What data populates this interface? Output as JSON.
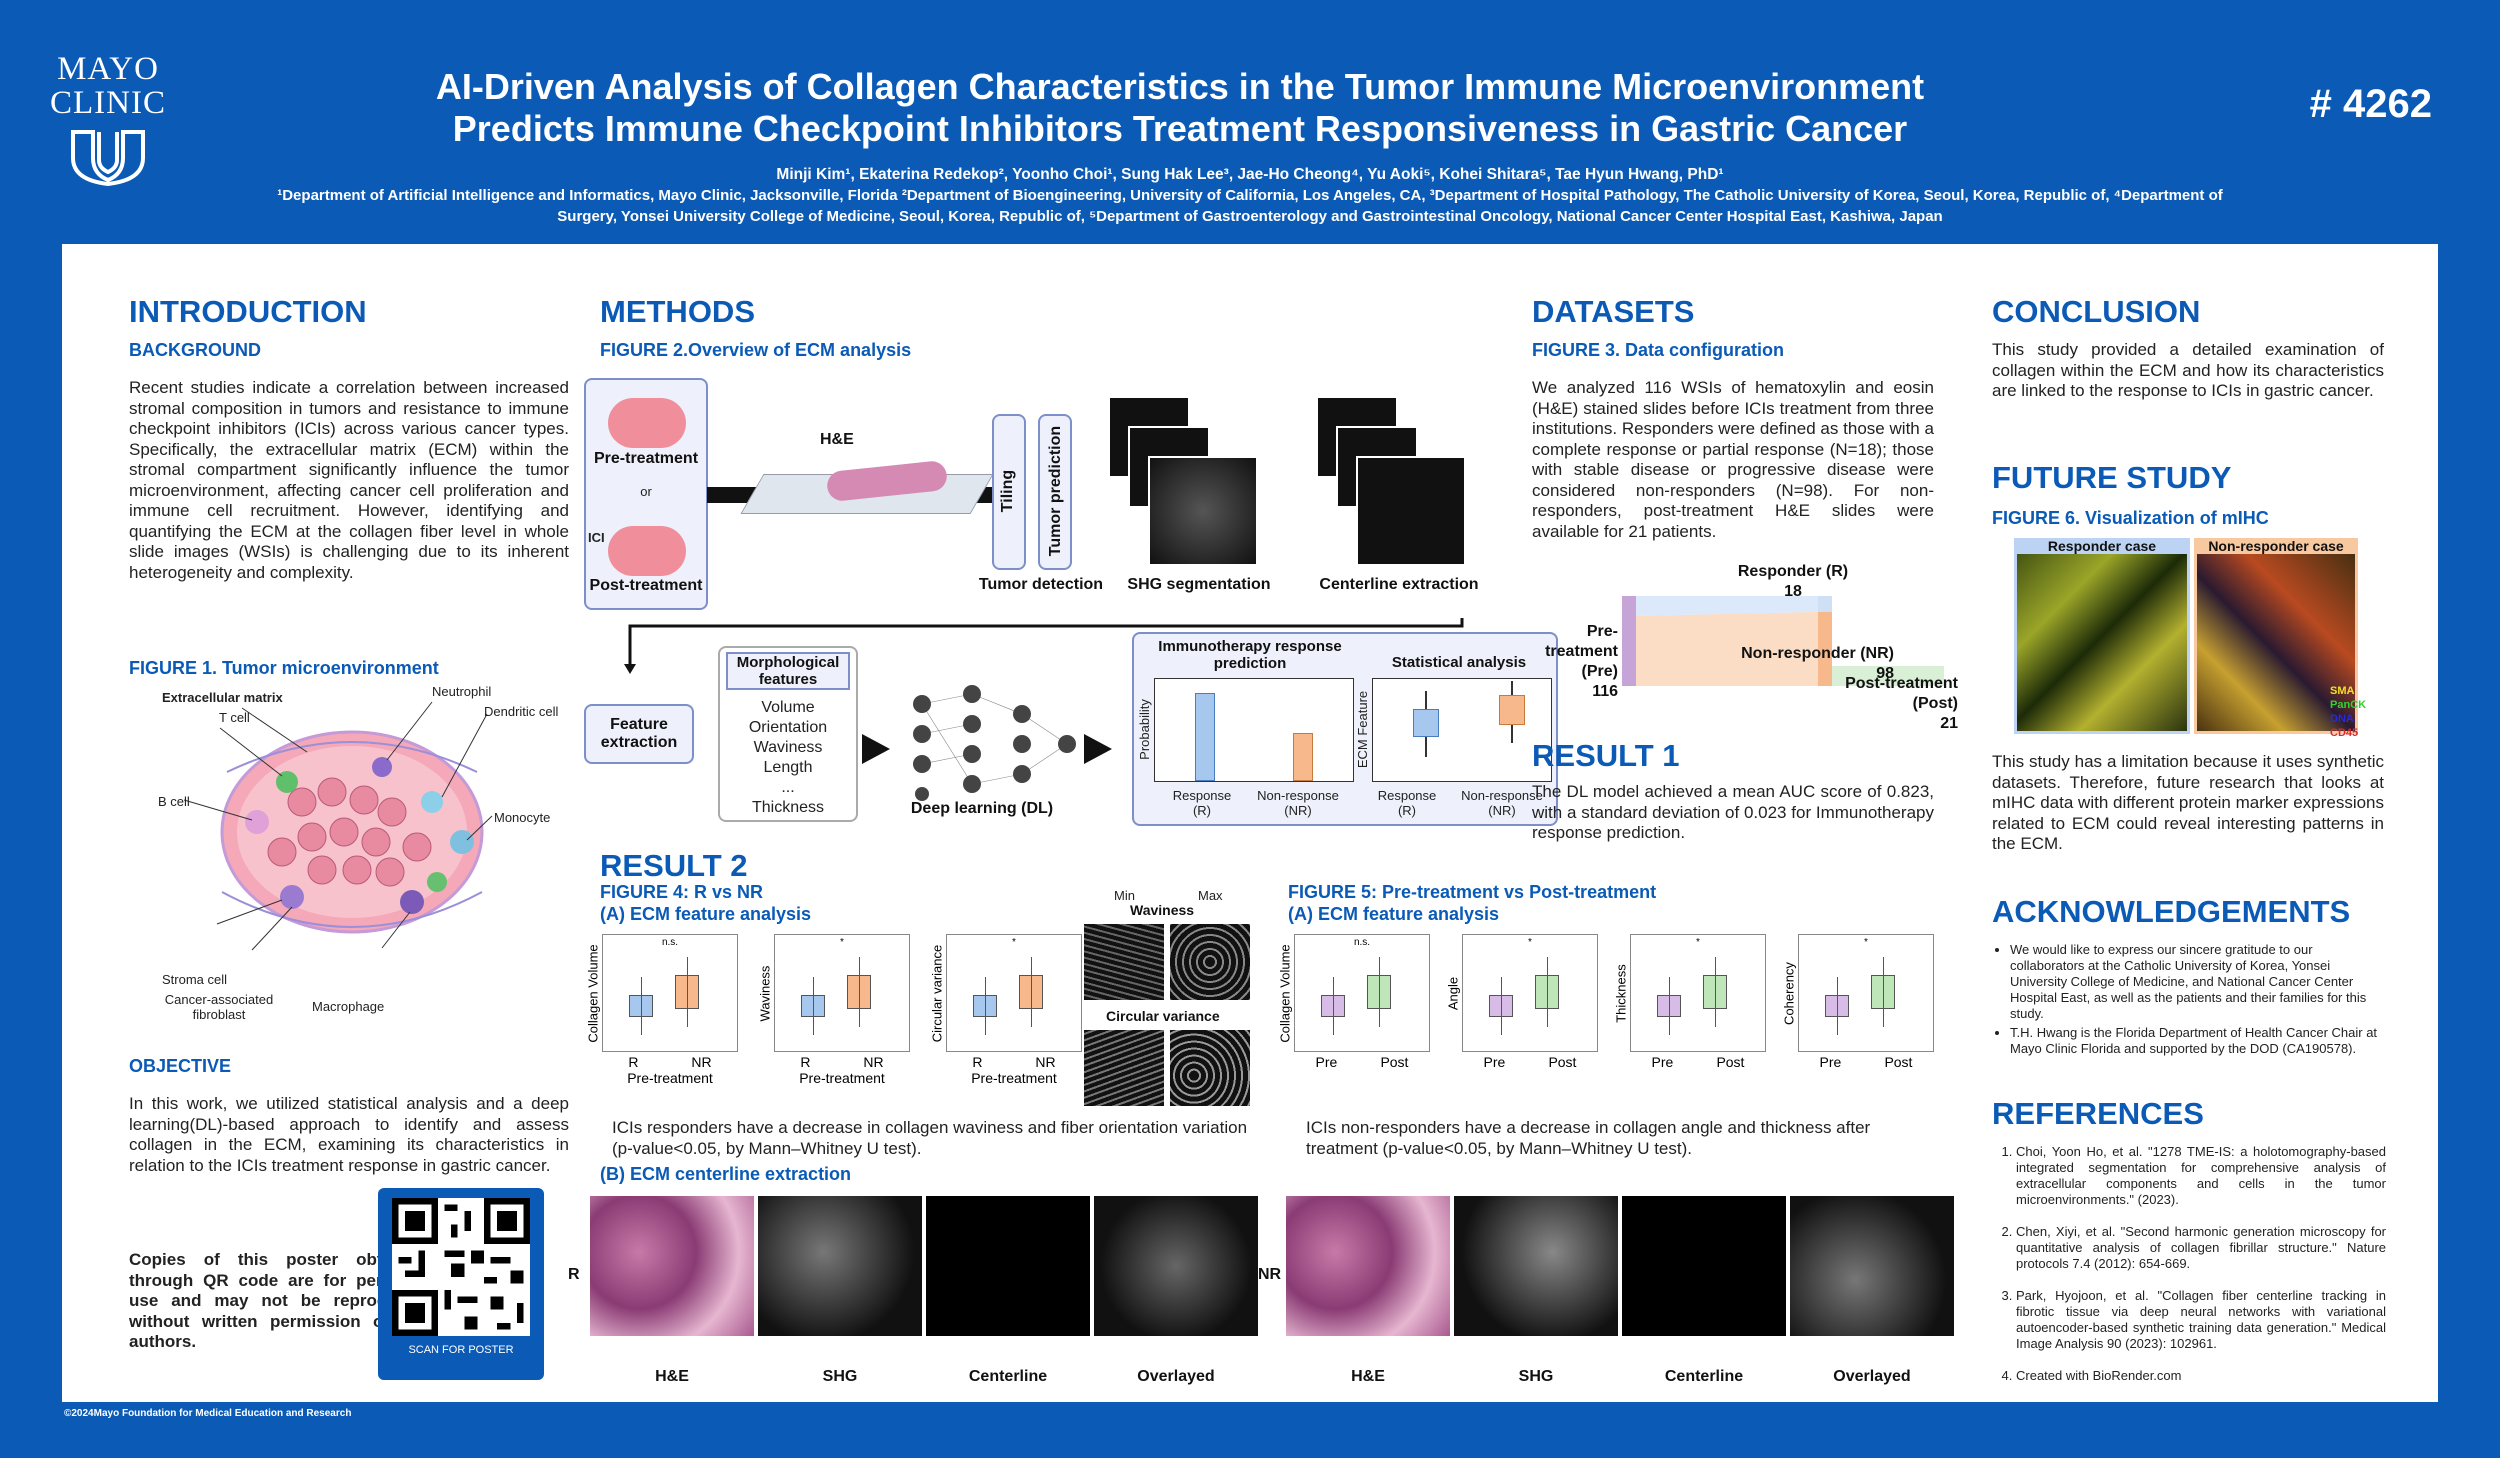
{
  "header": {
    "logo_line1": "MAYO",
    "logo_line2": "CLINIC",
    "title_line1": "AI-Driven Analysis of Collagen Characteristics in the Tumor Immune Microenvironment",
    "title_line2": "Predicts Immune Checkpoint Inhibitors Treatment Responsiveness in Gastric Cancer",
    "poster_number": "# 4262",
    "authors": "Minji Kim¹, Ekaterina Redekop², Yoonho Choi¹, Sung Hak Lee³, Jae-Ho Cheong⁴, Yu Aoki⁵, Kohei Shitara⁵, Tae Hyun Hwang, PhD¹",
    "affiliations_line1": "¹Department of Artificial Intelligence and Informatics, Mayo Clinic, Jacksonville, Florida ²Department of Bioengineering, University of California, Los Angeles, CA, ³Department of Hospital Pathology, The Catholic University of Korea, Seoul, Korea, Republic of, ⁴Department of",
    "affiliations_line2": "Surgery, Yonsei University College of Medicine, Seoul, Korea, Republic of, ⁵Department of Gastroenterology and Gastrointestinal Oncology, National Cancer Center Hospital East, Kashiwa, Japan"
  },
  "intro": {
    "heading": "INTRODUCTION",
    "background_heading": "BACKGROUND",
    "background_text": "Recent studies indicate a correlation between increased stromal composition in tumors and resistance to immune checkpoint inhibitors (ICIs) across various cancer types. Specifically, the extracellular matrix (ECM) within the stromal compartment significantly influence the tumor microenvironment, affecting cancer cell proliferation and immune cell recruitment. However, identifying and quantifying the ECM at the collagen fiber level in whole slide images (WSIs) is challenging due to its inherent heterogeneity and complexity.",
    "fig1_title": "FIGURE 1. Tumor microenvironment",
    "fig1_labels": {
      "ecm": "Extracellular matrix",
      "tcell": "T cell",
      "neutrophil": "Neutrophil",
      "dendritic": "Dendritic cell",
      "bcell": "B cell",
      "monocyte": "Monocyte",
      "stroma": "Stroma cell",
      "caf": "Cancer-associated fibroblast",
      "macrophage": "Macrophage"
    },
    "objective_heading": "OBJECTIVE",
    "objective_text": "In this work, we utilized statistical analysis and a deep learning(DL)-based approach to identify and assess collagen in the ECM, examining its characteristics in relation to the ICIs treatment response in gastric cancer.",
    "copies_text": "Copies of this poster obtained through QR code are for personal use and may not be reproduced without written permission of the authors.",
    "qr_caption": "SCAN FOR POSTER"
  },
  "methods": {
    "heading": "METHODS",
    "fig2_title": "FIGURE 2.Overview of ECM analysis",
    "pre_treatment": "Pre-treatment",
    "or": "or",
    "ici": "ICI",
    "post_treatment": "Post-treatment",
    "he": "H&E",
    "tiling": "Tiling",
    "tumor_prediction": "Tumor prediction",
    "tumor_detection": "Tumor detection",
    "shg_segmentation": "SHG segmentation",
    "centerline_extraction": "Centerline extraction",
    "feature_extraction": "Feature extraction",
    "morph_features": "Morphological features",
    "features": [
      "Volume",
      "Orientation",
      "Waviness",
      "Length",
      "...",
      "Thickness"
    ],
    "deep_learning": "Deep learning (DL)",
    "immuno_pred": "Immunotherapy response prediction",
    "probability": "Probability",
    "response_r": "Response (R)",
    "nonresponse_nr": "Non-response (NR)",
    "stat_analysis": "Statistical analysis",
    "ecm_feature": "ECM Feature"
  },
  "datasets": {
    "heading": "DATASETS",
    "fig3_title": "FIGURE 3. Data configuration",
    "text": "We analyzed 116 WSIs of hematoxylin and eosin (H&E) stained slides before ICIs treatment from three institutions. Responders were defined as those with a complete response or partial response (N=18); those with stable disease or progressive disease were considered non-responders (N=98). For non-responders, post-treatment H&E slides were available for 21 patients.",
    "pre_label": "Pre-treatment (Pre)",
    "pre_n": "116",
    "resp_label": "Responder (R)",
    "resp_n": "18",
    "nonresp_label": "Non-responder (NR)",
    "nonresp_n": "98",
    "post_label": "Post-treatment (Post)",
    "post_n": "21"
  },
  "result1": {
    "heading": "RESULT 1",
    "text": "The DL model achieved a mean AUC score of 0.823, with a standard deviation of 0.023 for Immunotherapy response prediction."
  },
  "result2": {
    "heading": "RESULT 2",
    "fig4_title": "FIGURE 4: R vs NR",
    "fig4_sub": "(A) ECM feature analysis",
    "fig4_plots": [
      {
        "ylabel": "Collagen Volume",
        "sig": "n.s.",
        "xt": [
          "R",
          "NR"
        ],
        "xlabel": "Pre-treatment"
      },
      {
        "ylabel": "Waviness",
        "sig": "*",
        "xt": [
          "R",
          "NR"
        ],
        "xlabel": "Pre-treatment"
      },
      {
        "ylabel": "Circular variance",
        "sig": "*",
        "xt": [
          "R",
          "NR"
        ],
        "xlabel": "Pre-treatment"
      }
    ],
    "min": "Min",
    "max": "Max",
    "waviness": "Waviness",
    "circular_variance": "Circular variance",
    "fig4_text": "ICIs responders have a decrease in collagen waviness and fiber orientation variation (p-value<0.05, by Mann–Whitney U test).",
    "fig4b": "(B) ECM centerline extraction",
    "row_r": "R",
    "row_nr": "NR",
    "cols": [
      "H&E",
      "SHG",
      "Centerline",
      "Overlayed"
    ],
    "fig5_title": "FIGURE 5: Pre-treatment vs Post-treatment",
    "fig5_sub": "(A) ECM feature analysis",
    "fig5_plots": [
      {
        "ylabel": "Collagen Volume",
        "sig": "n.s.",
        "xt": [
          "Pre",
          "Post"
        ]
      },
      {
        "ylabel": "Angle",
        "sig": "*",
        "xt": [
          "Pre",
          "Post"
        ]
      },
      {
        "ylabel": "Thickness",
        "sig": "*",
        "xt": [
          "Pre",
          "Post"
        ]
      },
      {
        "ylabel": "Coherency",
        "sig": "*",
        "xt": [
          "Pre",
          "Post"
        ]
      }
    ],
    "fig5_text": "ICIs non-responders have a decrease in collagen angle and thickness after treatment (p-value<0.05, by Mann–Whitney U test)."
  },
  "conclusion": {
    "heading": "CONCLUSION",
    "text": "This study provided a detailed examination of collagen within the ECM and how its characteristics are linked to the response to ICIs in gastric cancer."
  },
  "future": {
    "heading": "FUTURE STUDY",
    "fig6_title": "FIGURE 6. Visualization of mIHC",
    "responder_case": "Responder case",
    "nonresponder_case": "Non-responder case",
    "markers": [
      "SMA",
      "PanCK",
      "DNA",
      "CD45"
    ],
    "text": "This study has a limitation because it uses synthetic datasets. Therefore, future research that looks at mIHC data with different protein marker expressions related to ECM could reveal interesting patterns in the ECM."
  },
  "ack": {
    "heading": "ACKNOWLEDGEMENTS",
    "items": [
      "We would like to express our sincere gratitude to our collaborators at the Catholic University of Korea, Yonsei University College of Medicine, and National Cancer Center Hospital East, as well as the patients and their families for this study.",
      "T.H. Hwang is the Florida Department of Health Cancer Chair at Mayo Clinic Florida and supported by the DOD (CA190578)."
    ]
  },
  "refs": {
    "heading": "REFERENCES",
    "items": [
      "Choi, Yoon Ho, et al. \"1278 TME-IS: a holotomography-based integrated segmentation for comprehensive analysis of extracellular components and cells in the tumor microenvironments.\" (2023).",
      "Chen, Xiyi, et al. \"Second harmonic generation microscopy for quantitative analysis of collagen fibrillar structure.\" Nature protocols 7.4 (2012): 654-669.",
      "Park, Hyojoon, et al. \"Collagen fiber centerline tracking in fibrotic tissue via deep neural networks with variational autoencoder-based synthetic training data generation.\" Medical Image Analysis 90 (2023): 102961.",
      "Created with BioRender.com"
    ]
  },
  "footer": "©2024Mayo Foundation for Medical Education and Research"
}
